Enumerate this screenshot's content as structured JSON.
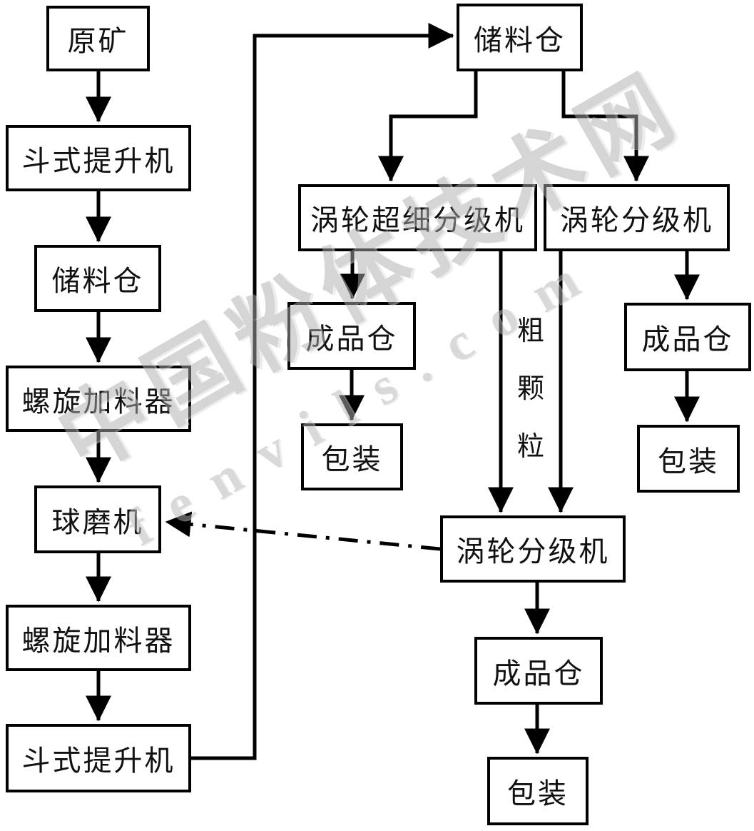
{
  "diagram": {
    "type": "flowchart",
    "background_color": "#ffffff",
    "line_color": "#000000",
    "box_border_color": "#000000",
    "box_fill_color": "#ffffff",
    "watermark_color": "#b4b4b4",
    "nodes": [
      {
        "id": "raw-ore",
        "label": "原矿"
      },
      {
        "id": "bucket-elevator-1",
        "label": "斗式提升机"
      },
      {
        "id": "storage-bin-left",
        "label": "储料仓"
      },
      {
        "id": "screw-feeder-1",
        "label": "螺旋加料器"
      },
      {
        "id": "ball-mill",
        "label": "球磨机"
      },
      {
        "id": "screw-feeder-2",
        "label": "螺旋加料器"
      },
      {
        "id": "bucket-elevator-2",
        "label": "斗式提升机"
      },
      {
        "id": "storage-bin-top",
        "label": "储料仓"
      },
      {
        "id": "turbo-ultrafine-classifier",
        "label": "涡轮超细分级机"
      },
      {
        "id": "turbo-classifier-right",
        "label": "涡轮分级机"
      },
      {
        "id": "finished-bin-mid-left",
        "label": "成品仓"
      },
      {
        "id": "packaging-mid-left",
        "label": "包装"
      },
      {
        "id": "finished-bin-right",
        "label": "成品仓"
      },
      {
        "id": "packaging-right",
        "label": "包装"
      },
      {
        "id": "turbo-classifier-bottom",
        "label": "涡轮分级机"
      },
      {
        "id": "finished-bin-bottom",
        "label": "成品仓"
      },
      {
        "id": "packaging-bottom",
        "label": "包装"
      }
    ],
    "edge_labels": {
      "coarse_particles": "粗颗粒",
      "coarse_chars": [
        "粗",
        "颗",
        "粒"
      ]
    },
    "edges": [
      "原矿 → 斗式提升机",
      "斗式提升机 → 储料仓",
      "储料仓 → 螺旋加料器",
      "螺旋加料器 → 球磨机",
      "球磨机 → 螺旋加料器",
      "螺旋加料器 → 斗式提升机",
      "斗式提升机 → 储料仓(顶部)",
      "储料仓(顶部) → 涡轮超细分级机",
      "储料仓(顶部) → 涡轮分级机(右)",
      "涡轮超细分级机 → 成品仓",
      "成品仓 → 包装",
      "涡轮超细分级机 →(粗颗粒) 涡轮分级机(下)",
      "涡轮分级机(右) →(粗颗粒) 涡轮分级机(下)",
      "涡轮分级机(右) → 成品仓",
      "成品仓 → 包装",
      "涡轮分级机(下) → 成品仓",
      "成品仓 → 包装",
      "涡轮分级机(下) -·-·→ 球磨机 (虚线返回)"
    ],
    "watermark": {
      "line1": "中国粉体技术网",
      "line2": "fenvils.com"
    }
  }
}
